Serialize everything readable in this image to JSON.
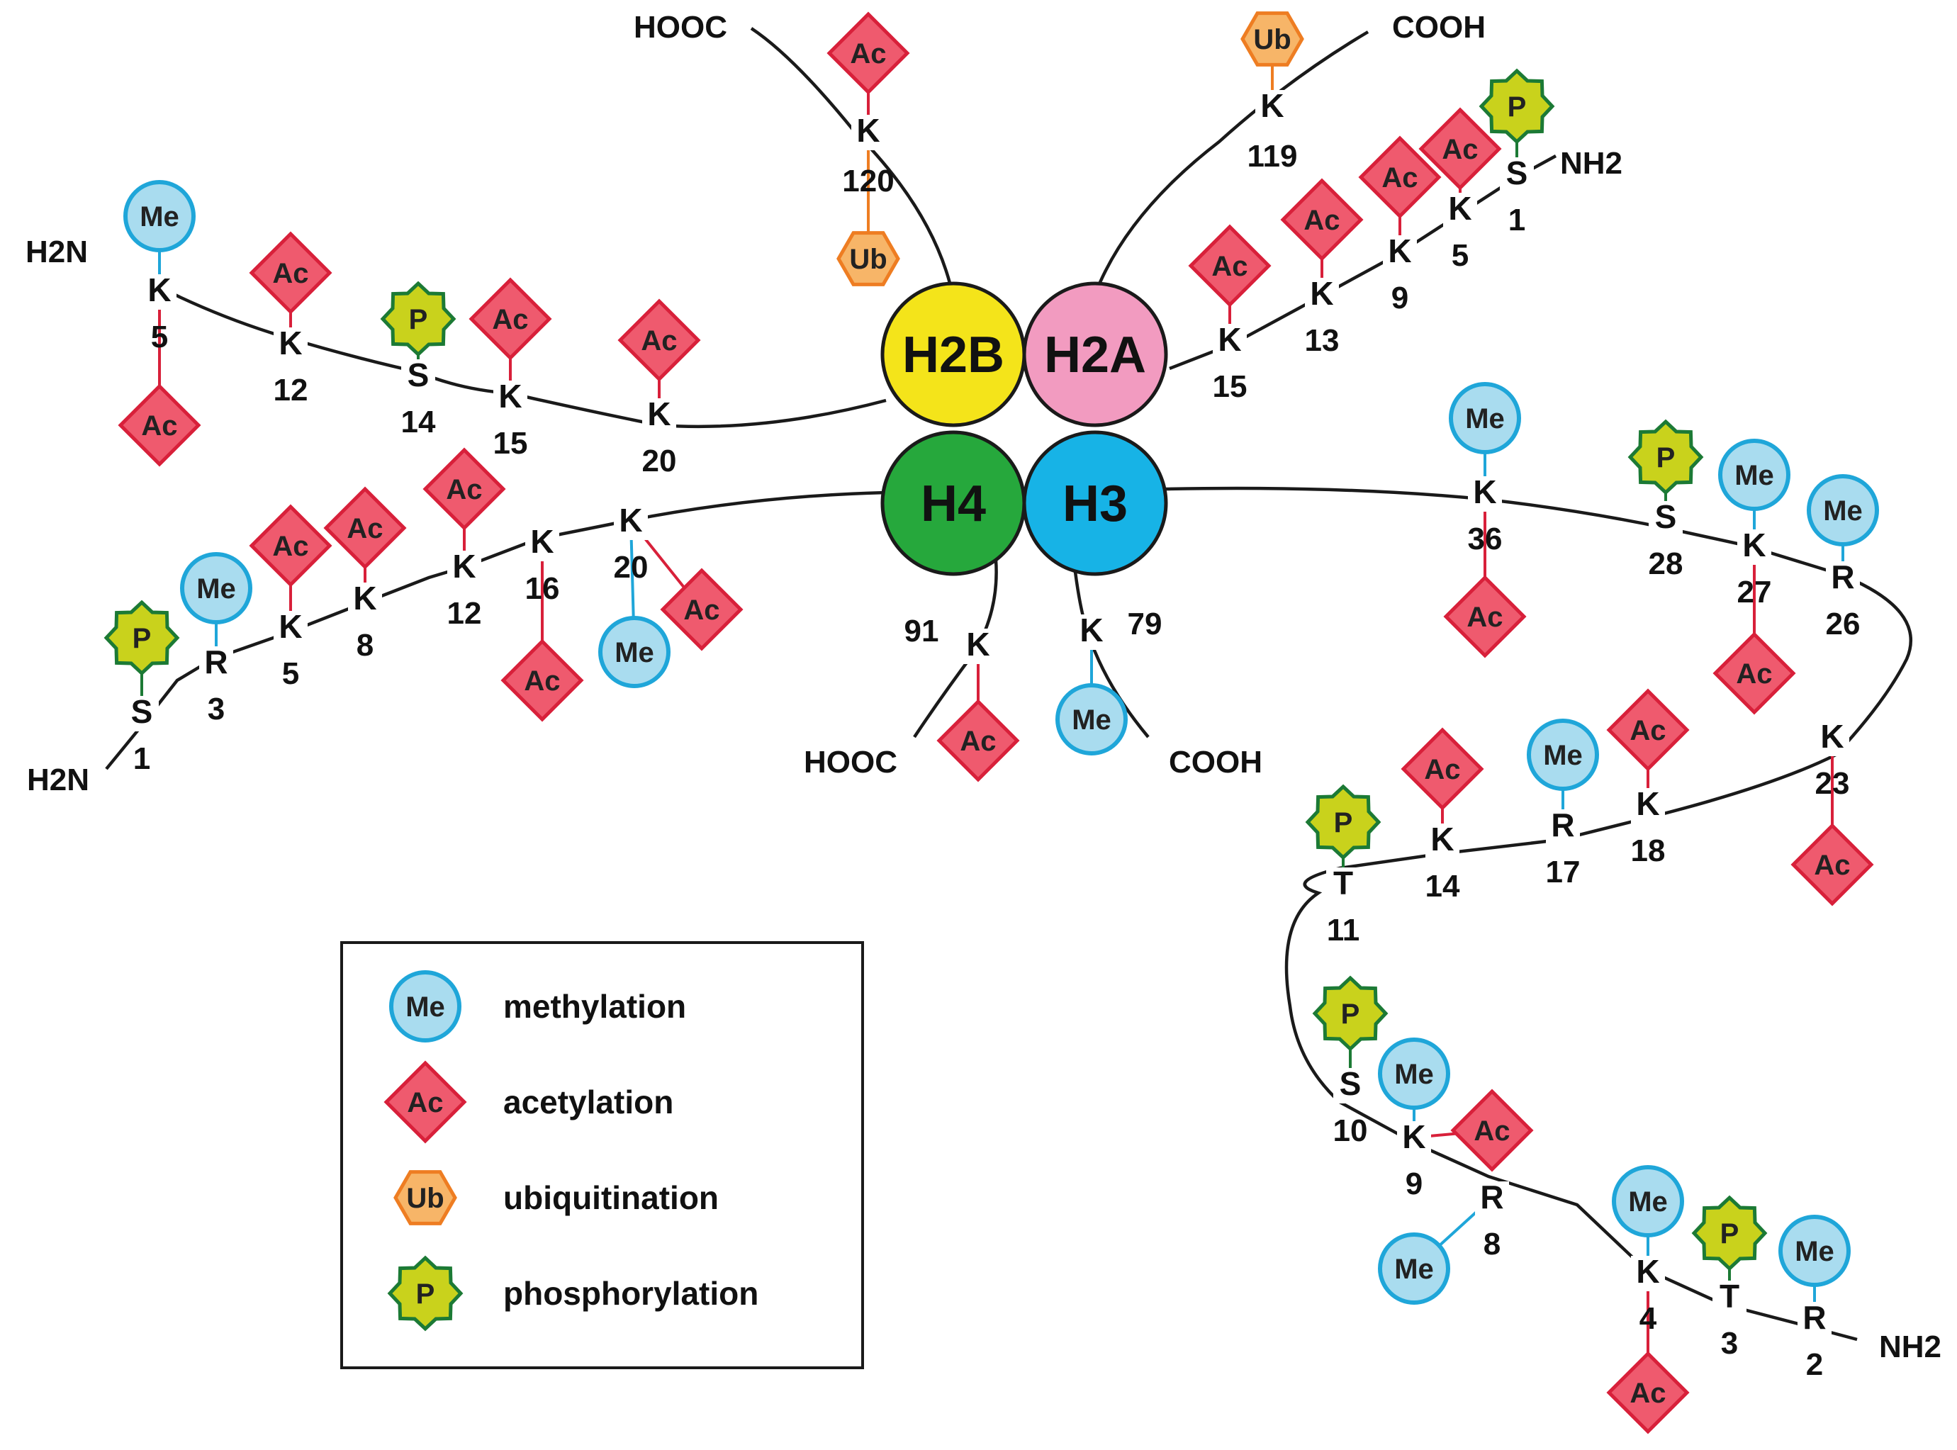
{
  "palette": {
    "me_fill": "#a9dcef",
    "me_stroke": "#1fa6d9",
    "ac_fill": "#ef5a6e",
    "ac_stroke": "#d8203a",
    "ub_fill": "#f7b568",
    "ub_stroke": "#ee7d22",
    "p_fill": "#c9d21c",
    "p_stroke": "#1c7a35",
    "h2b": "#f4e41a",
    "h2a": "#f29bc0",
    "h4": "#26a83c",
    "h3": "#17b3e6"
  },
  "cores": [
    {
      "id": "h2b",
      "label": "H2B"
    },
    {
      "id": "h2a",
      "label": "H2A"
    },
    {
      "id": "h4",
      "label": "H4"
    },
    {
      "id": "h3",
      "label": "H3"
    }
  ],
  "termini": [
    {
      "id": "h2b-cooh",
      "label": "HOOC"
    },
    {
      "id": "h2a-cooh",
      "label": "COOH"
    },
    {
      "id": "h2b-nh2",
      "label": "H2N"
    },
    {
      "id": "h2a-nh2",
      "label": "NH2"
    },
    {
      "id": "h4-nh2",
      "label": "H2N"
    },
    {
      "id": "h4-cooh",
      "label": "HOOC"
    },
    {
      "id": "h3-cooh",
      "label": "COOH"
    },
    {
      "id": "h3-nh2",
      "label": "NH2"
    }
  ],
  "residues": [
    {
      "id": "h2b-k120",
      "aa": "K",
      "num": "120"
    },
    {
      "id": "h2a-k119",
      "aa": "K",
      "num": "119"
    },
    {
      "id": "h2b-k5",
      "aa": "K",
      "num": "5"
    },
    {
      "id": "h2b-k12",
      "aa": "K",
      "num": "12"
    },
    {
      "id": "h2b-s14",
      "aa": "S",
      "num": "14"
    },
    {
      "id": "h2b-k15",
      "aa": "K",
      "num": "15"
    },
    {
      "id": "h2b-k20",
      "aa": "K",
      "num": "20"
    },
    {
      "id": "h2a-k15",
      "aa": "K",
      "num": "15"
    },
    {
      "id": "h2a-k13",
      "aa": "K",
      "num": "13"
    },
    {
      "id": "h2a-k9",
      "aa": "K",
      "num": "9"
    },
    {
      "id": "h2a-k5",
      "aa": "K",
      "num": "5"
    },
    {
      "id": "h2a-s1",
      "aa": "S",
      "num": "1"
    },
    {
      "id": "h4-s1",
      "aa": "S",
      "num": "1"
    },
    {
      "id": "h4-r3",
      "aa": "R",
      "num": "3"
    },
    {
      "id": "h4-k5",
      "aa": "K",
      "num": "5"
    },
    {
      "id": "h4-k8",
      "aa": "K",
      "num": "8"
    },
    {
      "id": "h4-k12",
      "aa": "K",
      "num": "12"
    },
    {
      "id": "h4-k16",
      "aa": "K",
      "num": "16"
    },
    {
      "id": "h4-k20",
      "aa": "K",
      "num": "20"
    },
    {
      "id": "h4-k91",
      "aa": "K",
      "num": "91"
    },
    {
      "id": "h3-k79",
      "aa": "K",
      "num": "79"
    },
    {
      "id": "h3-k36",
      "aa": "K",
      "num": "36"
    },
    {
      "id": "h3-s28",
      "aa": "S",
      "num": "28"
    },
    {
      "id": "h3-k27",
      "aa": "K",
      "num": "27"
    },
    {
      "id": "h3-r26",
      "aa": "R",
      "num": "26"
    },
    {
      "id": "h3-k23",
      "aa": "K",
      "num": "23"
    },
    {
      "id": "h3-k18",
      "aa": "K",
      "num": "18"
    },
    {
      "id": "h3-r17",
      "aa": "R",
      "num": "17"
    },
    {
      "id": "h3-k14",
      "aa": "K",
      "num": "14"
    },
    {
      "id": "h3-t11",
      "aa": "T",
      "num": "11"
    },
    {
      "id": "h3-s10",
      "aa": "S",
      "num": "10"
    },
    {
      "id": "h3-k9",
      "aa": "K",
      "num": "9"
    },
    {
      "id": "h3-r8",
      "aa": "R",
      "num": "8"
    },
    {
      "id": "h3-k4",
      "aa": "K",
      "num": "4"
    },
    {
      "id": "h3-t3",
      "aa": "T",
      "num": "3"
    },
    {
      "id": "h3-r2",
      "aa": "R",
      "num": "2"
    }
  ],
  "modifications": [
    {
      "res": "h2b-k120",
      "type": "Ac"
    },
    {
      "res": "h2b-k120",
      "type": "Ub"
    },
    {
      "res": "h2a-k119",
      "type": "Ub"
    },
    {
      "res": "h2b-k5",
      "type": "Me"
    },
    {
      "res": "h2b-k5",
      "type": "Ac"
    },
    {
      "res": "h2b-k12",
      "type": "Ac"
    },
    {
      "res": "h2b-s14",
      "type": "P"
    },
    {
      "res": "h2b-k15",
      "type": "Ac"
    },
    {
      "res": "h2b-k20",
      "type": "Ac"
    },
    {
      "res": "h2a-k15",
      "type": "Ac"
    },
    {
      "res": "h2a-k13",
      "type": "Ac"
    },
    {
      "res": "h2a-k9",
      "type": "Ac"
    },
    {
      "res": "h2a-k5",
      "type": "Ac"
    },
    {
      "res": "h2a-s1",
      "type": "P"
    },
    {
      "res": "h4-s1",
      "type": "P"
    },
    {
      "res": "h4-r3",
      "type": "Me"
    },
    {
      "res": "h4-k5",
      "type": "Ac"
    },
    {
      "res": "h4-k8",
      "type": "Ac"
    },
    {
      "res": "h4-k12",
      "type": "Ac"
    },
    {
      "res": "h4-k16",
      "type": "Ac"
    },
    {
      "res": "h4-k20",
      "type": "Ac"
    },
    {
      "res": "h4-k20",
      "type": "Me"
    },
    {
      "res": "h4-k91",
      "type": "Ac"
    },
    {
      "res": "h3-k79",
      "type": "Me"
    },
    {
      "res": "h3-k36",
      "type": "Me"
    },
    {
      "res": "h3-k36",
      "type": "Ac"
    },
    {
      "res": "h3-s28",
      "type": "P"
    },
    {
      "res": "h3-k27",
      "type": "Me"
    },
    {
      "res": "h3-k27",
      "type": "Ac"
    },
    {
      "res": "h3-r26",
      "type": "Me"
    },
    {
      "res": "h3-k23",
      "type": "Ac"
    },
    {
      "res": "h3-k18",
      "type": "Ac"
    },
    {
      "res": "h3-r17",
      "type": "Me"
    },
    {
      "res": "h3-k14",
      "type": "Ac"
    },
    {
      "res": "h3-t11",
      "type": "P"
    },
    {
      "res": "h3-s10",
      "type": "P"
    },
    {
      "res": "h3-k9",
      "type": "Me"
    },
    {
      "res": "h3-k9",
      "type": "Ac"
    },
    {
      "res": "h3-r8",
      "type": "Me"
    },
    {
      "res": "h3-k4",
      "type": "Me"
    },
    {
      "res": "h3-k4",
      "type": "Ac"
    },
    {
      "res": "h3-t3",
      "type": "P"
    },
    {
      "res": "h3-r2",
      "type": "Me"
    }
  ],
  "legend": [
    {
      "type": "Me",
      "label": "methylation"
    },
    {
      "type": "Ac",
      "label": "acetylation"
    },
    {
      "type": "Ub",
      "label": "ubiquitination"
    },
    {
      "type": "P",
      "label": "phosphorylation"
    }
  ]
}
